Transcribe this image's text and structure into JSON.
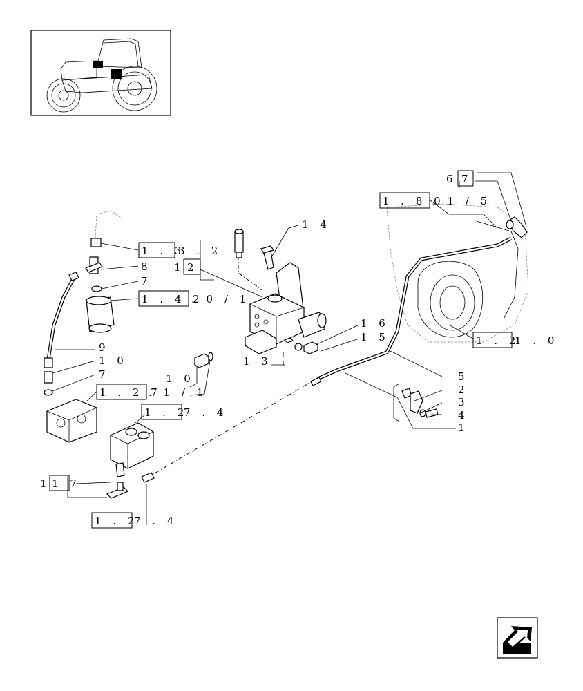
{
  "diagram": {
    "callouts": [
      {
        "id": "ref-1-33-2",
        "boxed": "1 . 3",
        "rest": "3 . 2"
      },
      {
        "id": "ref-1-42-0-1",
        "boxed": "1 . 4 2",
        "rest": ". 0 / 1"
      },
      {
        "id": "ref-1-27-1-1",
        "boxed": "1 . 2 7",
        "rest": ". 1 / 1"
      },
      {
        "id": "ref-1-27-4-a",
        "boxed": "1 . 2",
        "rest": "7 . 4"
      },
      {
        "id": "ref-1-27-4-b",
        "boxed": "1 . 2",
        "rest": "7 . 4"
      },
      {
        "id": "ref-1-80-1-5",
        "boxed": "1 . 8 0",
        "rest": ". 1 / 5"
      },
      {
        "id": "ref-1-21-0",
        "boxed": "1 . 2",
        "rest": "1 . 0"
      },
      {
        "id": "ref-12",
        "boxed": "2",
        "rest": "1"
      },
      {
        "id": "ref-67",
        "boxed": "7",
        "rest": "6"
      },
      {
        "id": "ref-117",
        "boxed": "1 7",
        "rest": "1"
      }
    ],
    "part_numbers": {
      "p14": "1 4",
      "p16": "1 6",
      "p15": "1 5",
      "p13": "1 3",
      "p10a": "1 0",
      "p10b": "1 0",
      "p9": "9",
      "p8": "8",
      "p7a": "7",
      "p7b": "7",
      "p5": "5",
      "p2": "2",
      "p3": "3",
      "p4": "4",
      "p1": "1"
    },
    "nav_icon": "next-page-arrow-icon"
  }
}
